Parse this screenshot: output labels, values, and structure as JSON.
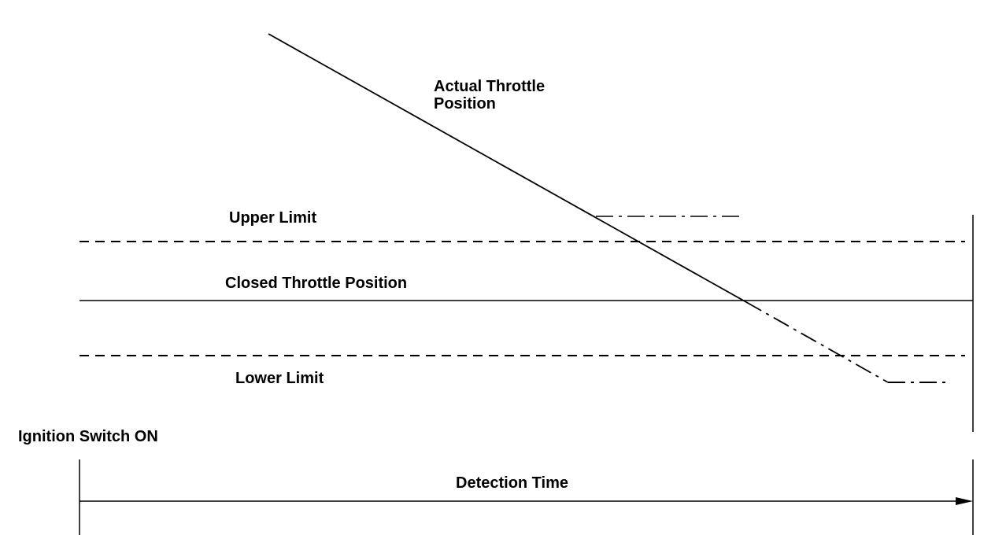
{
  "labels": {
    "actual_throttle_line1": "Actual Throttle",
    "actual_throttle_line2": "Position",
    "upper_limit": "Upper Limit",
    "closed_throttle_position": "Closed Throttle Position",
    "lower_limit": "Lower Limit",
    "ignition_switch_on": "Ignition Switch ON",
    "detection_time": "Detection Time"
  },
  "colors": {
    "ink": "#000000",
    "background": "#ffffff"
  },
  "line_styles": {
    "upper_limit": "dashed",
    "lower_limit": "dashed",
    "closed_throttle_position": "solid",
    "actual_throttle_position": "solid then dash-dot",
    "detection_time": "solid arrow"
  }
}
